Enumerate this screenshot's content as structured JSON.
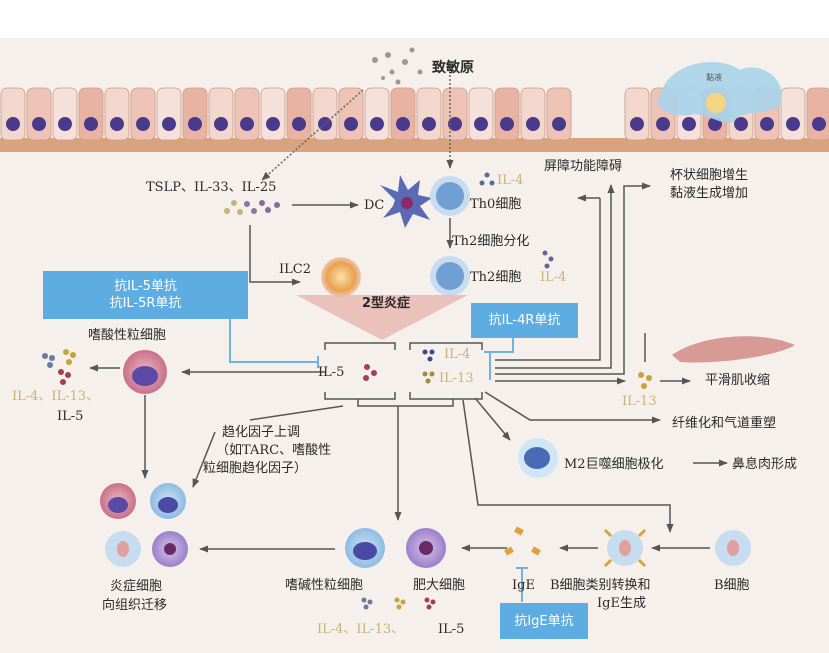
{
  "colors": {
    "background": "#f5f0eb",
    "drug_box": "#5dade2",
    "cytokine_gold": "#c9b27a",
    "arrow": "#555555",
    "inhibit_line": "#6fb3e0",
    "epithelium_cell": "#efc9bd",
    "nucleus": "#4a3a8c",
    "mucus": "#a9d3ea",
    "inflammation_arrow": "#e8b5b0"
  },
  "epithelium": {
    "allergen_label": "致敏原",
    "mucus_label": "黏液"
  },
  "upstream": {
    "alarmins": "TSLP、IL-33、IL-25",
    "dc": "DC",
    "th0": "Th0细胞",
    "th0_il4": "IL-4",
    "th2_diff": "Th2细胞分化",
    "th2": "Th2细胞",
    "th2_il4": "IL-4",
    "ilc2": "ILC2",
    "type2": "2型炎症"
  },
  "effects_top": {
    "barrier": "屏障功能障碍",
    "goblet_line1": "杯状细胞增生",
    "goblet_line2": "黏液生成增加"
  },
  "drugs": {
    "il5_line1": "抗IL-5单抗",
    "il5_line2": "抗IL-5R单抗",
    "il4r": "抗IL-4R单抗",
    "ige": "抗IgE单抗"
  },
  "central": {
    "il5": "IL-5",
    "il4": "IL-4",
    "il13": "IL-13"
  },
  "eosinophil": {
    "title": "嗜酸性粒细胞",
    "cytokines_gold": "IL-4、IL-13、",
    "cytokines_dark": "IL-5"
  },
  "right_effects": {
    "il13": "IL-13",
    "smooth_muscle": "平滑肌收缩",
    "fibrosis": "纤维化和气道重塑",
    "m2": "M2巨噬细胞极化",
    "polyp": "鼻息肉形成"
  },
  "chemokine": {
    "line1": "趋化因子上调",
    "line2": "（如TARC、嗜酸性",
    "line3": "粒细胞趋化因子）"
  },
  "bottom": {
    "migration_line1": "炎症细胞",
    "migration_line2": "向组织迁移",
    "basophil": "嗜碱性粒细胞",
    "mast": "肥大细胞",
    "cytokines_gold": "IL-4、IL-13、",
    "cytokines_dark": "IL-5",
    "ige": "IgE",
    "class_switch_line1": "B细胞类别转换和",
    "class_switch_line2": "IgE生成",
    "b_cell": "B细胞"
  }
}
